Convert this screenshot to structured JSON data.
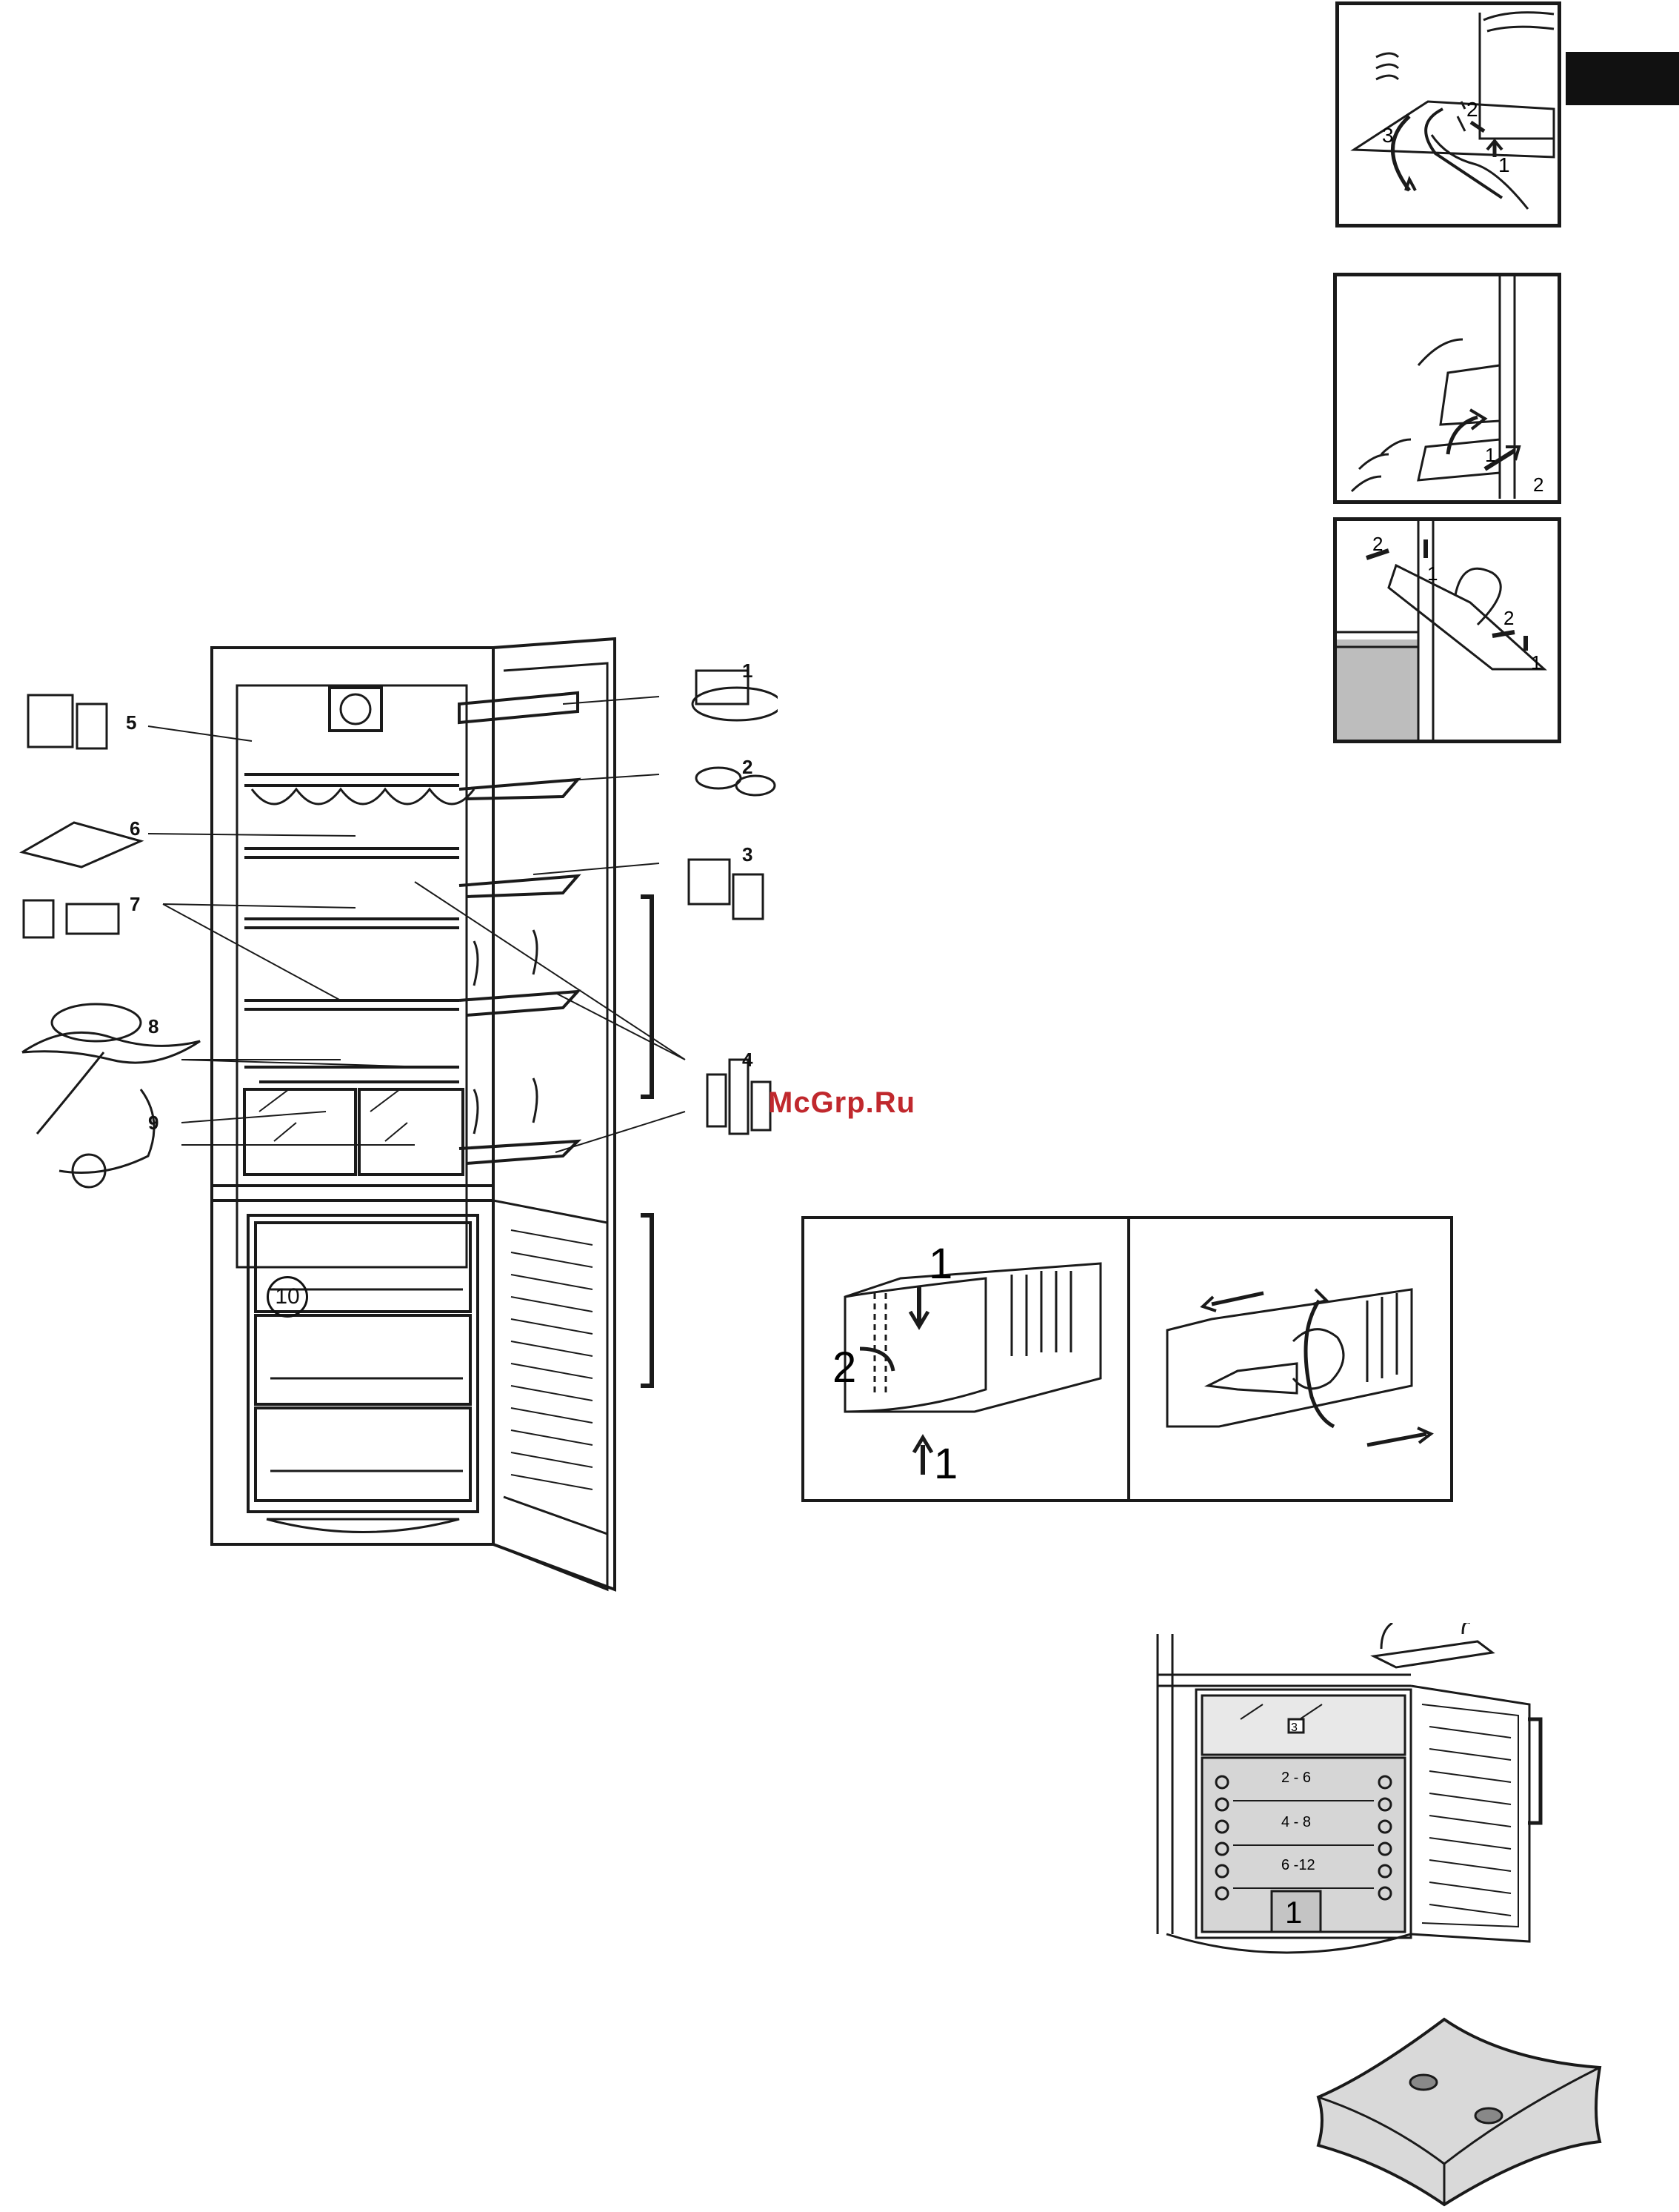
{
  "page": {
    "watermark": "McGrp.Ru",
    "colors": {
      "ink": "#1a1a1a",
      "watermark": "#c0282d",
      "tab": "#111111",
      "shade": "#bdbdbd"
    }
  },
  "fridge_callouts": [
    "1",
    "2",
    "3",
    "4",
    "5",
    "6",
    "7",
    "8",
    "9",
    "10"
  ],
  "shelf_removal_steps": [
    "1",
    "2",
    "3"
  ],
  "shelf_insert_steps": [
    "1",
    "2"
  ],
  "door_shelf_steps": [
    "2",
    "1",
    "2",
    "1"
  ],
  "lamp_cover_steps": [
    "1",
    "2",
    "1"
  ],
  "freezer_drawer": {
    "drawer_number": "1",
    "top_drawer_number": "3",
    "storage_rows": [
      "2 - 6",
      "4 - 8",
      "6 -12"
    ]
  }
}
